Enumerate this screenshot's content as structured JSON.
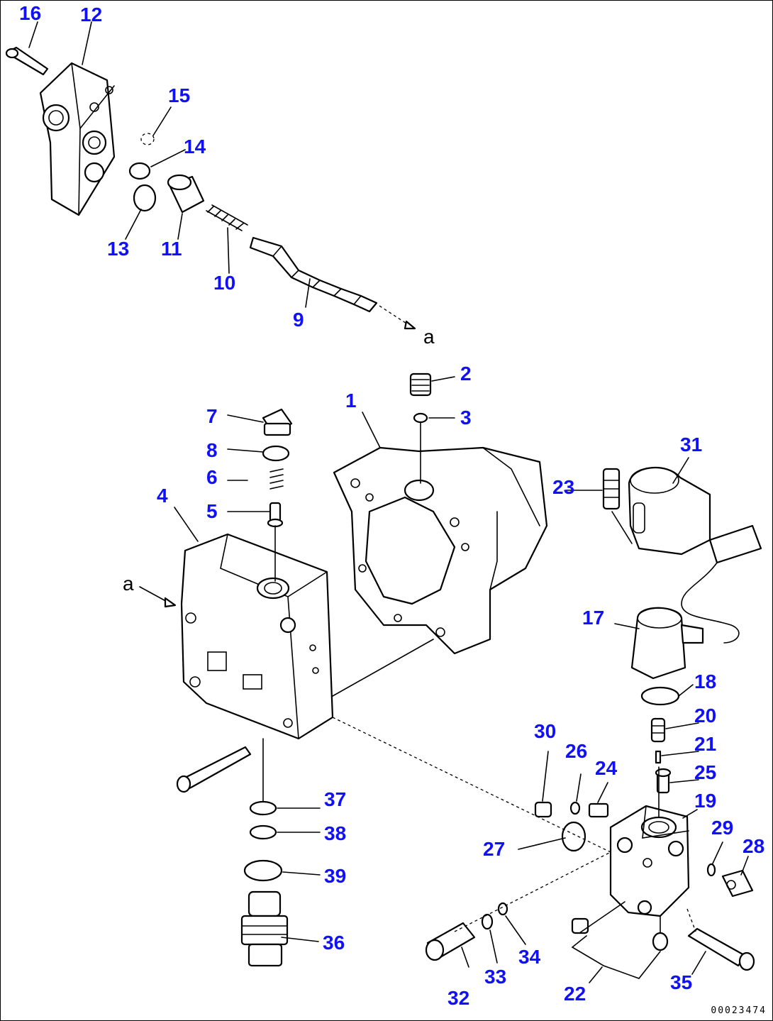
{
  "colors": {
    "callout": "#1010ff",
    "line": "#000000",
    "background": "#ffffff"
  },
  "view_reference": "a",
  "drawing_id": "00023474",
  "callouts": {
    "c1": "1",
    "c2": "2",
    "c3": "3",
    "c4": "4",
    "c5": "5",
    "c6": "6",
    "c7": "7",
    "c8": "8",
    "c9": "9",
    "c10": "10",
    "c11": "11",
    "c12": "12",
    "c13": "13",
    "c14": "14",
    "c15": "15",
    "c16": "16",
    "c17": "17",
    "c18": "18",
    "c19": "19",
    "c20": "20",
    "c21": "21",
    "c22": "22",
    "c23": "23",
    "c24": "24",
    "c25": "25",
    "c26": "26",
    "c27": "27",
    "c28": "28",
    "c29": "29",
    "c30": "30",
    "c31": "31",
    "c32": "32",
    "c33": "33",
    "c34": "34",
    "c35": "35",
    "c36": "36",
    "c37": "37",
    "c38": "38",
    "c39": "39"
  }
}
